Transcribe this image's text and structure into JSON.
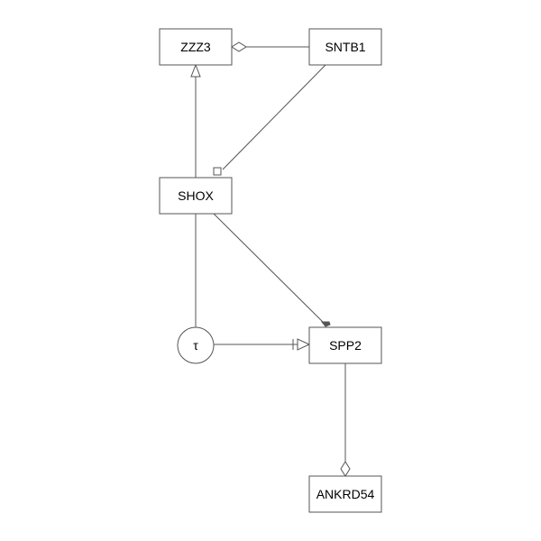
{
  "diagram": {
    "nodes": [
      {
        "id": "zzz3",
        "label": "ZZZ3",
        "shape": "box"
      },
      {
        "id": "sntb1",
        "label": "SNTB1",
        "shape": "box"
      },
      {
        "id": "shox",
        "label": "SHOX",
        "shape": "box"
      },
      {
        "id": "tau",
        "label": "τ",
        "shape": "circle"
      },
      {
        "id": "spp2",
        "label": "SPP2",
        "shape": "box"
      },
      {
        "id": "ankrd54",
        "label": "ANKRD54",
        "shape": "box"
      }
    ],
    "edges": [
      {
        "from": "sntb1",
        "to": "zzz3",
        "arrowhead": "open-diamond"
      },
      {
        "from": "shox",
        "to": "zzz3",
        "arrowhead": "open-triangle"
      },
      {
        "from": "sntb1",
        "to": "shox",
        "arrowhead": "open-square"
      },
      {
        "from": "shox",
        "to": "spp2",
        "arrowhead": "solid-bar"
      },
      {
        "from": "shox",
        "to": "tau",
        "arrowhead": "none"
      },
      {
        "from": "tau",
        "to": "spp2",
        "arrowhead": "bar-open-triangle"
      },
      {
        "from": "spp2",
        "to": "ankrd54",
        "arrowhead": "open-diamond"
      }
    ]
  }
}
